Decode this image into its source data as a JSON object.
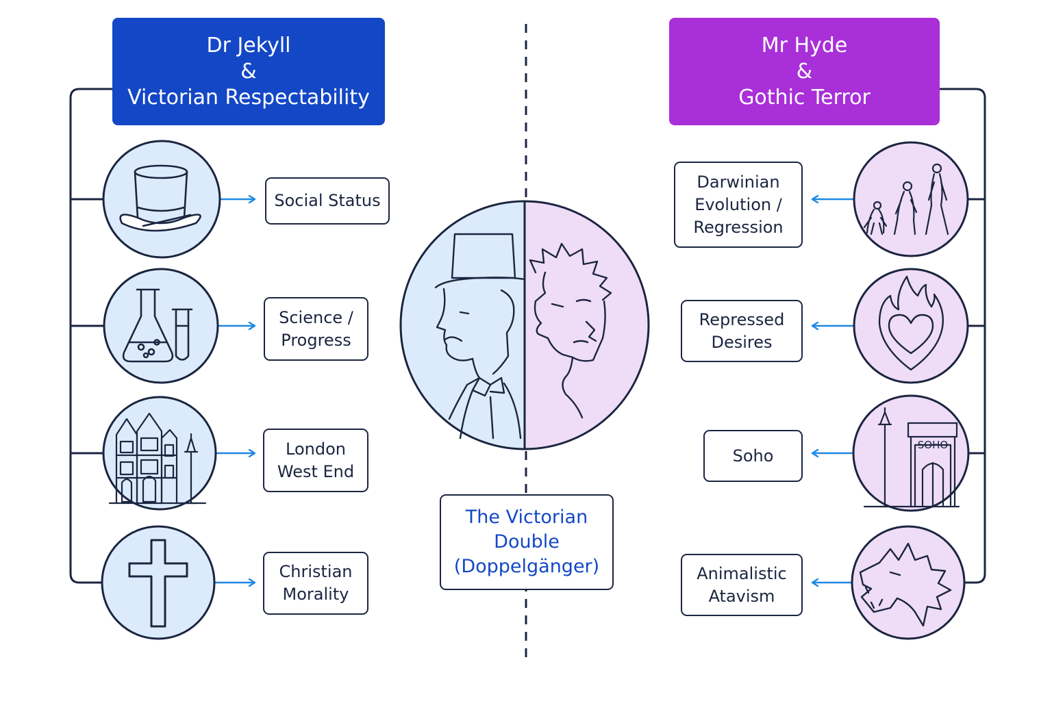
{
  "colors": {
    "line": "#1b2540",
    "arrow": "#1e88e5",
    "left_header": "#1347c6",
    "right_header": "#a92fd8",
    "left_fill": "#dcebfb",
    "right_fill": "#efdcf7",
    "center_text": "#1347c6"
  },
  "left_header": {
    "line1": "Dr Jekyll",
    "line2": "&",
    "line3": "Victorian Respectability"
  },
  "right_header": {
    "line1": "Mr Hyde",
    "line2": "&",
    "line3": "Gothic Terror"
  },
  "left_items": [
    {
      "icon": "top-hat-icon",
      "lines": [
        "Social Status"
      ]
    },
    {
      "icon": "flask-icon",
      "lines": [
        "Science /",
        "Progress"
      ]
    },
    {
      "icon": "townhouse-icon",
      "lines": [
        "London",
        "West End"
      ]
    },
    {
      "icon": "cross-icon",
      "lines": [
        "Christian",
        "Morality"
      ]
    }
  ],
  "right_items": [
    {
      "icon": "evolution-icon",
      "lines": [
        "Darwinian",
        "Evolution /",
        "Regression"
      ]
    },
    {
      "icon": "flaming-heart-icon",
      "lines": [
        "Repressed",
        "Desires"
      ]
    },
    {
      "icon": "soho-street-icon",
      "sign": "SOHO",
      "lines": [
        "Soho"
      ]
    },
    {
      "icon": "wolf-icon",
      "lines": [
        "Animalistic",
        "Atavism"
      ]
    }
  ],
  "center": {
    "icon": "jekyll-hyde-portrait-icon",
    "lines": [
      "The Victorian",
      "Double",
      "(Doppelgänger)"
    ]
  }
}
